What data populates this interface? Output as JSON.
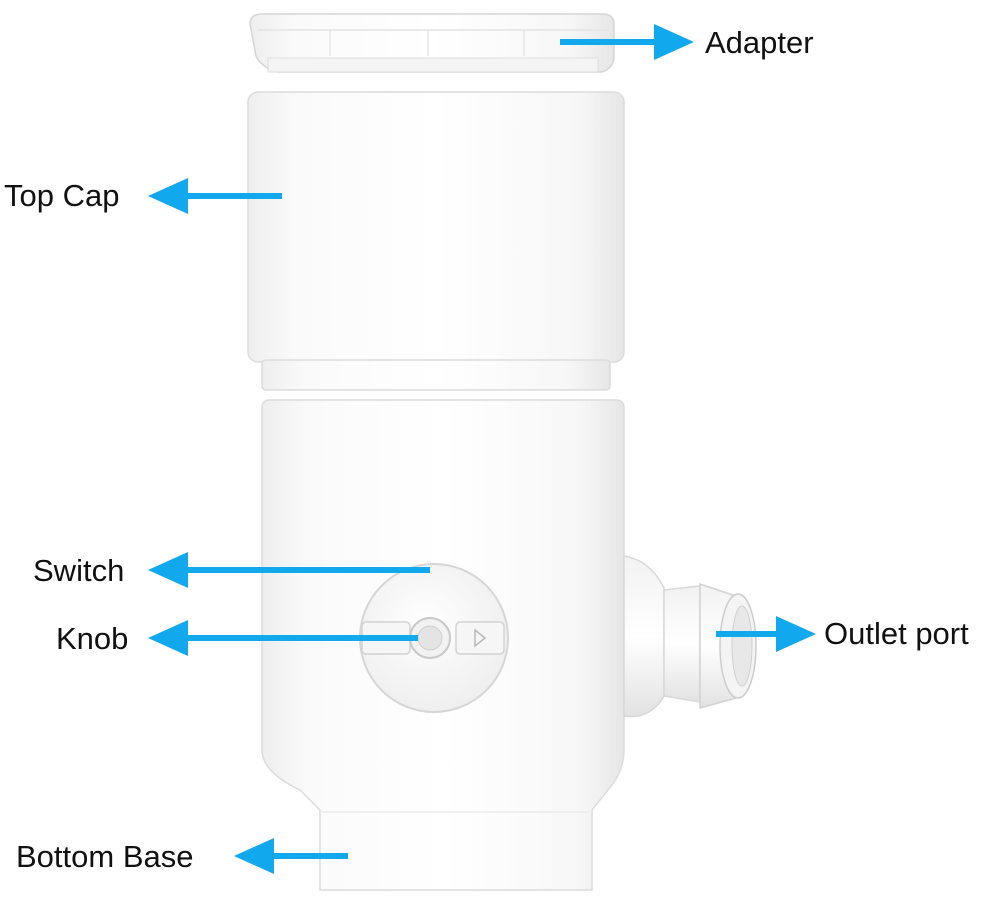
{
  "labels": {
    "adapter": "Adapter",
    "top_cap": "Top Cap",
    "switch": "Switch",
    "knob": "Knob",
    "outlet_port": "Outlet port",
    "bottom_base": "Bottom Base"
  },
  "colors": {
    "arrow": "#12a8ee",
    "body_fill": "#fbfbfb",
    "body_stroke": "#e0e0e0",
    "text": "#111111"
  }
}
